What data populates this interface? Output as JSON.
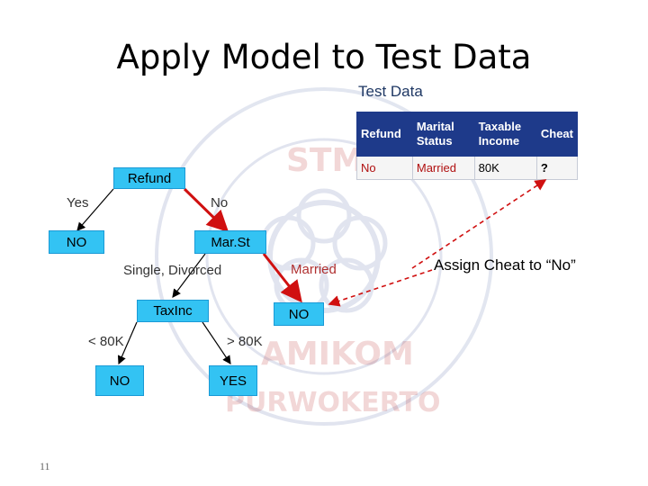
{
  "title": "Apply Model to Test Data",
  "test_data": {
    "title": "Test Data",
    "headers": [
      "Refund",
      "Marital Status",
      "Taxable Income",
      "Cheat"
    ],
    "row": [
      "No",
      "Married",
      "80K",
      "?"
    ]
  },
  "tree": {
    "refund": "Refund",
    "yes": "Yes",
    "no": "No",
    "leaf_no_1": "NO",
    "marst": "Mar.St",
    "single_divorced": "Single, Divorced",
    "married": "Married",
    "taxinc": "TaxInc",
    "leaf_no_2": "NO",
    "lt_80k": "< 80K",
    "gt_80k": "> 80K",
    "leaf_no_3": "NO",
    "leaf_yes": "YES"
  },
  "annotation": "Assign Cheat to “No”",
  "slide_number": "11",
  "watermark_text": [
    "STMIK",
    "AMIKOM",
    "PURWOKERTO"
  ],
  "colors": {
    "node_fill": "#33c3f3",
    "highlight_arrow": "#d01010",
    "table_header": "#1e3a8a"
  }
}
